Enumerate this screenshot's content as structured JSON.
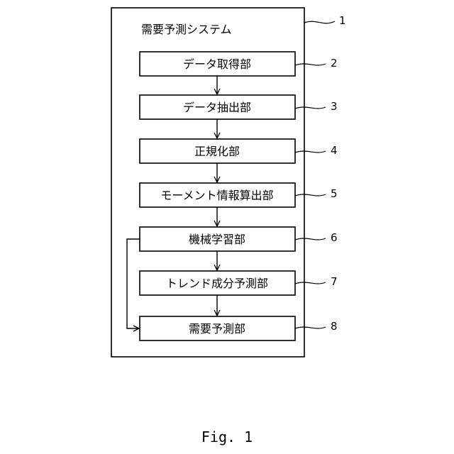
{
  "system": {
    "title": "需要予測システム",
    "ref": "1"
  },
  "blocks": [
    {
      "label": "データ取得部",
      "ref": "2"
    },
    {
      "label": "データ抽出部",
      "ref": "3"
    },
    {
      "label": "正規化部",
      "ref": "4"
    },
    {
      "label": "モーメント情報算出部",
      "ref": "5"
    },
    {
      "label": "機械学習部",
      "ref": "6"
    },
    {
      "label": "トレンド成分予測部",
      "ref": "7"
    },
    {
      "label": "需要予測部",
      "ref": "8"
    }
  ],
  "caption": "Fig. 1"
}
